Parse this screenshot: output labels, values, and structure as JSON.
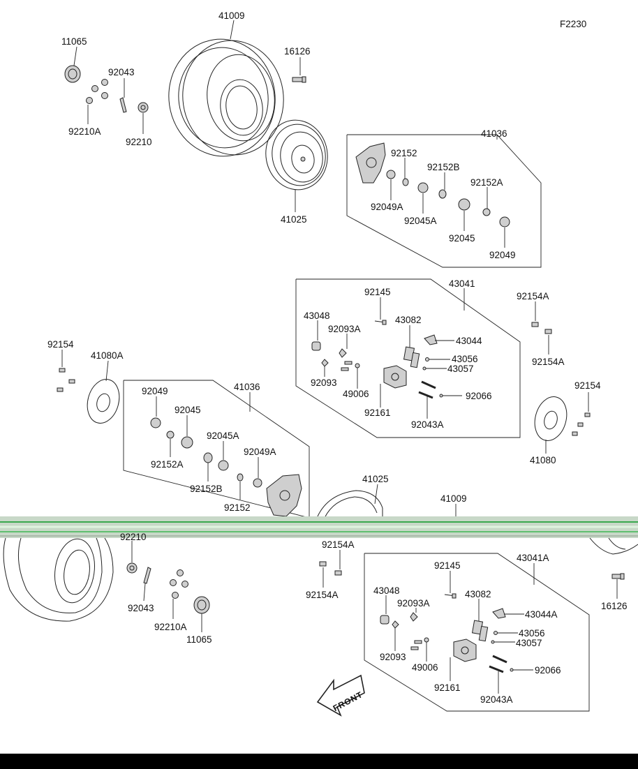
{
  "diagram": {
    "code": "F2230",
    "front_label": "FRONT",
    "labels": {
      "l_41009_top": "41009",
      "l_16126_top": "16126",
      "l_11065_top": "11065",
      "l_92043_top": "92043",
      "l_92210A_top": "92210A",
      "l_92210_top": "92210",
      "l_41025_top": "41025",
      "l_41036_top": "41036",
      "l_92152_top": "92152",
      "l_92152B_top": "92152B",
      "l_92152A_top": "92152A",
      "l_92049A_top": "92049A",
      "l_92045A_top": "92045A",
      "l_92045_top": "92045",
      "l_92049_top": "92049",
      "l_43041": "43041",
      "l_92145_top": "92145",
      "l_43048_top": "43048",
      "l_92093A_top": "92093A",
      "l_43082_top": "43082",
      "l_43044": "43044",
      "l_43056_top": "43056",
      "l_43057_top": "43057",
      "l_92093_top": "92093",
      "l_49006_top": "49006",
      "l_92161_top": "92161",
      "l_92066_top": "92066",
      "l_92043A_top": "92043A",
      "l_92154A_tr1": "92154A",
      "l_92154A_tr2": "92154A",
      "l_92154_left": "92154",
      "l_41080A": "41080A",
      "l_92154_right": "92154",
      "l_41080": "41080",
      "l_41036_mid": "41036",
      "l_92049_mid": "92049",
      "l_92045_mid": "92045",
      "l_92045A_mid": "92045A",
      "l_92049A_mid": "92049A",
      "l_92152A_mid": "92152A",
      "l_92152B_mid": "92152B",
      "l_92152_mid": "92152",
      "l_41025_mid": "41025",
      "l_41009_mid": "41009",
      "l_92210_bot": "92210",
      "l_92043_bot": "92043",
      "l_92210A_bot": "92210A",
      "l_11065_bot": "11065",
      "l_92154A_b1": "92154A",
      "l_92154A_b2": "92154A",
      "l_43041A": "43041A",
      "l_92145_bot": "92145",
      "l_43048_bot": "43048",
      "l_92093A_bot": "92093A",
      "l_43082_bot": "43082",
      "l_43044A": "43044A",
      "l_43056_bot": "43056",
      "l_43057_bot": "43057",
      "l_92093_bot": "92093",
      "l_49006_bot": "49006",
      "l_92161_bot": "92161",
      "l_92066_bot": "92066",
      "l_92043A_bot": "92043A",
      "l_16126_bot": "16126"
    }
  }
}
